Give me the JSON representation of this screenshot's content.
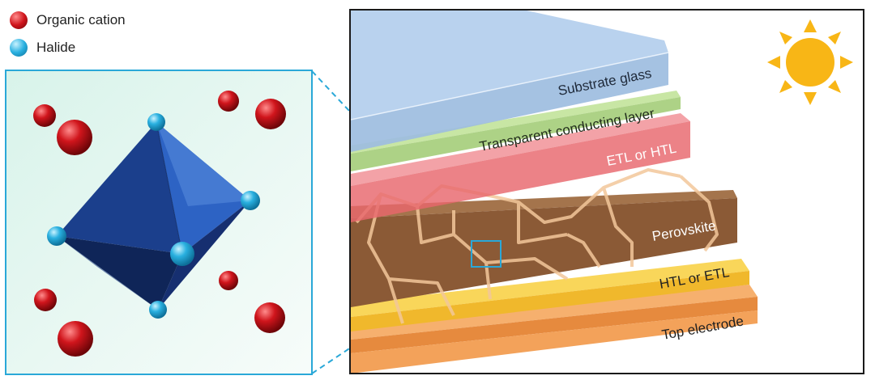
{
  "legend": {
    "items": [
      {
        "label": "Organic cation",
        "color": "#c8181e"
      },
      {
        "label": "Halide",
        "color": "#2ab0de"
      }
    ]
  },
  "layers": [
    {
      "label": "Substrate glass",
      "color": "#a8c6e6"
    },
    {
      "label": "Transparent conducting layer",
      "color": "#b5d88c"
    },
    {
      "label": "ETL or HTL",
      "color": "#e8666c"
    },
    {
      "label": "Perovskite",
      "color": "#8b5a36"
    },
    {
      "label": "HTL or ETL",
      "color": "#f6ca3c"
    },
    {
      "label": "Top electrode",
      "color": "#f2a462"
    }
  ],
  "colors": {
    "sun": "#f8b616",
    "octahedron": "#1f4fa6",
    "zoom_box": "#2aa8d8",
    "grain_boundary": "#f2c79a",
    "panel_bg": "#e3f5ee"
  }
}
